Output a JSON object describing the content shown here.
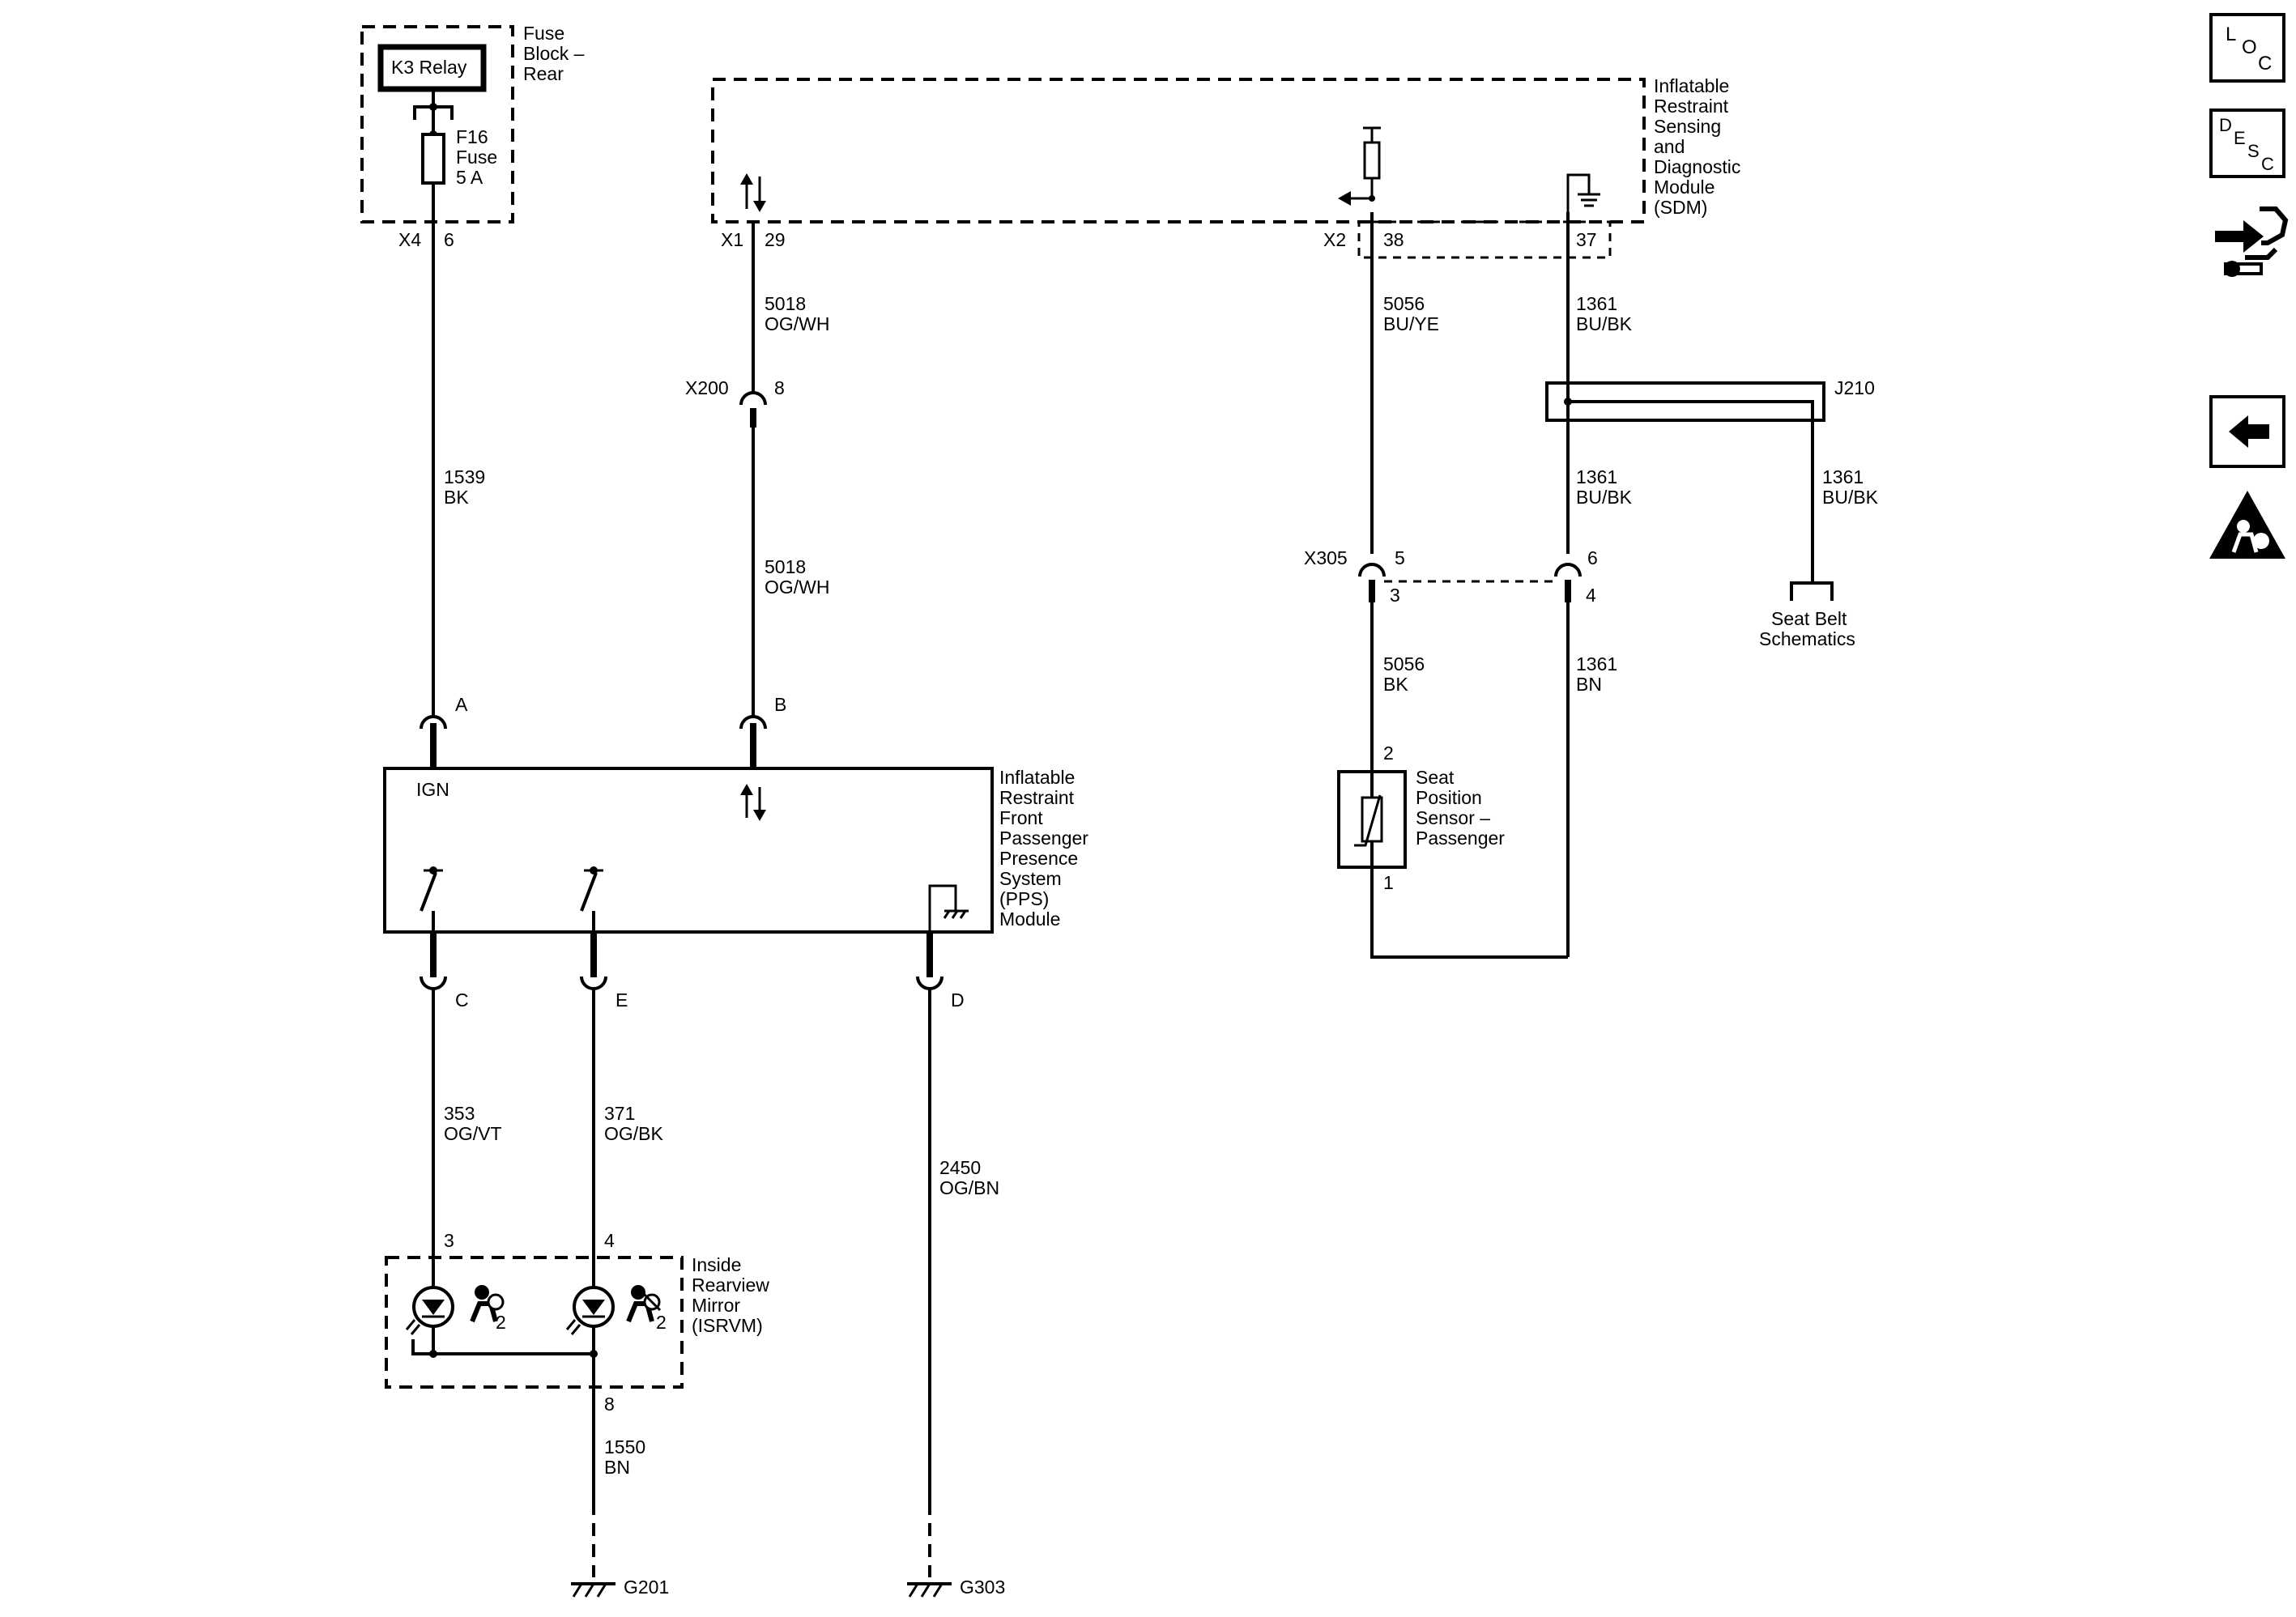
{
  "fuse_block": {
    "title": [
      "Fuse",
      "Block –",
      "Rear"
    ],
    "relay": "K3 Relay",
    "fuse": [
      "F16",
      "Fuse",
      "5 A"
    ],
    "conn": "X4",
    "pin": "6"
  },
  "sdm": {
    "title": [
      "Inflatable",
      "Restraint",
      "Sensing",
      "and",
      "Diagnostic",
      "Module",
      "(SDM)"
    ],
    "x1": "X1",
    "x1_pin": "29",
    "x2": "X2",
    "x2_pin_a": "38",
    "x2_pin_b": "37"
  },
  "wires": {
    "w1539": [
      "1539",
      "BK"
    ],
    "w5018a": [
      "5018",
      "OG/WH"
    ],
    "w5018b": [
      "5018",
      "OG/WH"
    ],
    "w5056a": [
      "5056",
      "BU/YE"
    ],
    "w1361a": [
      "1361",
      "BU/BK"
    ],
    "w1361b": [
      "1361",
      "BU/BK"
    ],
    "w1361c": [
      "1361",
      "BU/BK"
    ],
    "w5056b": [
      "5056",
      "BK"
    ],
    "w1361d": [
      "1361",
      "BN"
    ],
    "w353": [
      "353",
      "OG/VT"
    ],
    "w371": [
      "371",
      "OG/BK"
    ],
    "w2450": [
      "2450",
      "OG/BN"
    ],
    "w1550": [
      "1550",
      "BN"
    ]
  },
  "x200": {
    "name": "X200",
    "pin": "8"
  },
  "j210": "J210",
  "x305": {
    "name": "X305",
    "pin5": "5",
    "pin6": "6",
    "pin3": "3",
    "pin4": "4"
  },
  "seat_belt": [
    "Seat Belt",
    "Schematics"
  ],
  "pps": {
    "title": [
      "Inflatable",
      "Restraint",
      "Front",
      "Passenger",
      "Presence",
      "System",
      "(PPS)",
      "Module"
    ],
    "ign": "IGN",
    "pin_a": "A",
    "pin_b": "B",
    "pin_c": "C",
    "pin_e": "E",
    "pin_d": "D"
  },
  "seat_sensor": {
    "title": [
      "Seat",
      "Position",
      "Sensor –",
      "Passenger"
    ],
    "pin2": "2",
    "pin1": "1"
  },
  "isrvm": {
    "title": [
      "Inside",
      "Rearview",
      "Mirror",
      "(ISRVM)"
    ],
    "pin3": "3",
    "pin4": "4",
    "pin8": "8",
    "ind_sub": "2"
  },
  "grounds": {
    "g201": "G201",
    "g303": "G303"
  },
  "nav": {
    "loc": [
      "L",
      "O",
      "C"
    ],
    "desc": [
      "D",
      "E",
      "S",
      "C"
    ]
  }
}
